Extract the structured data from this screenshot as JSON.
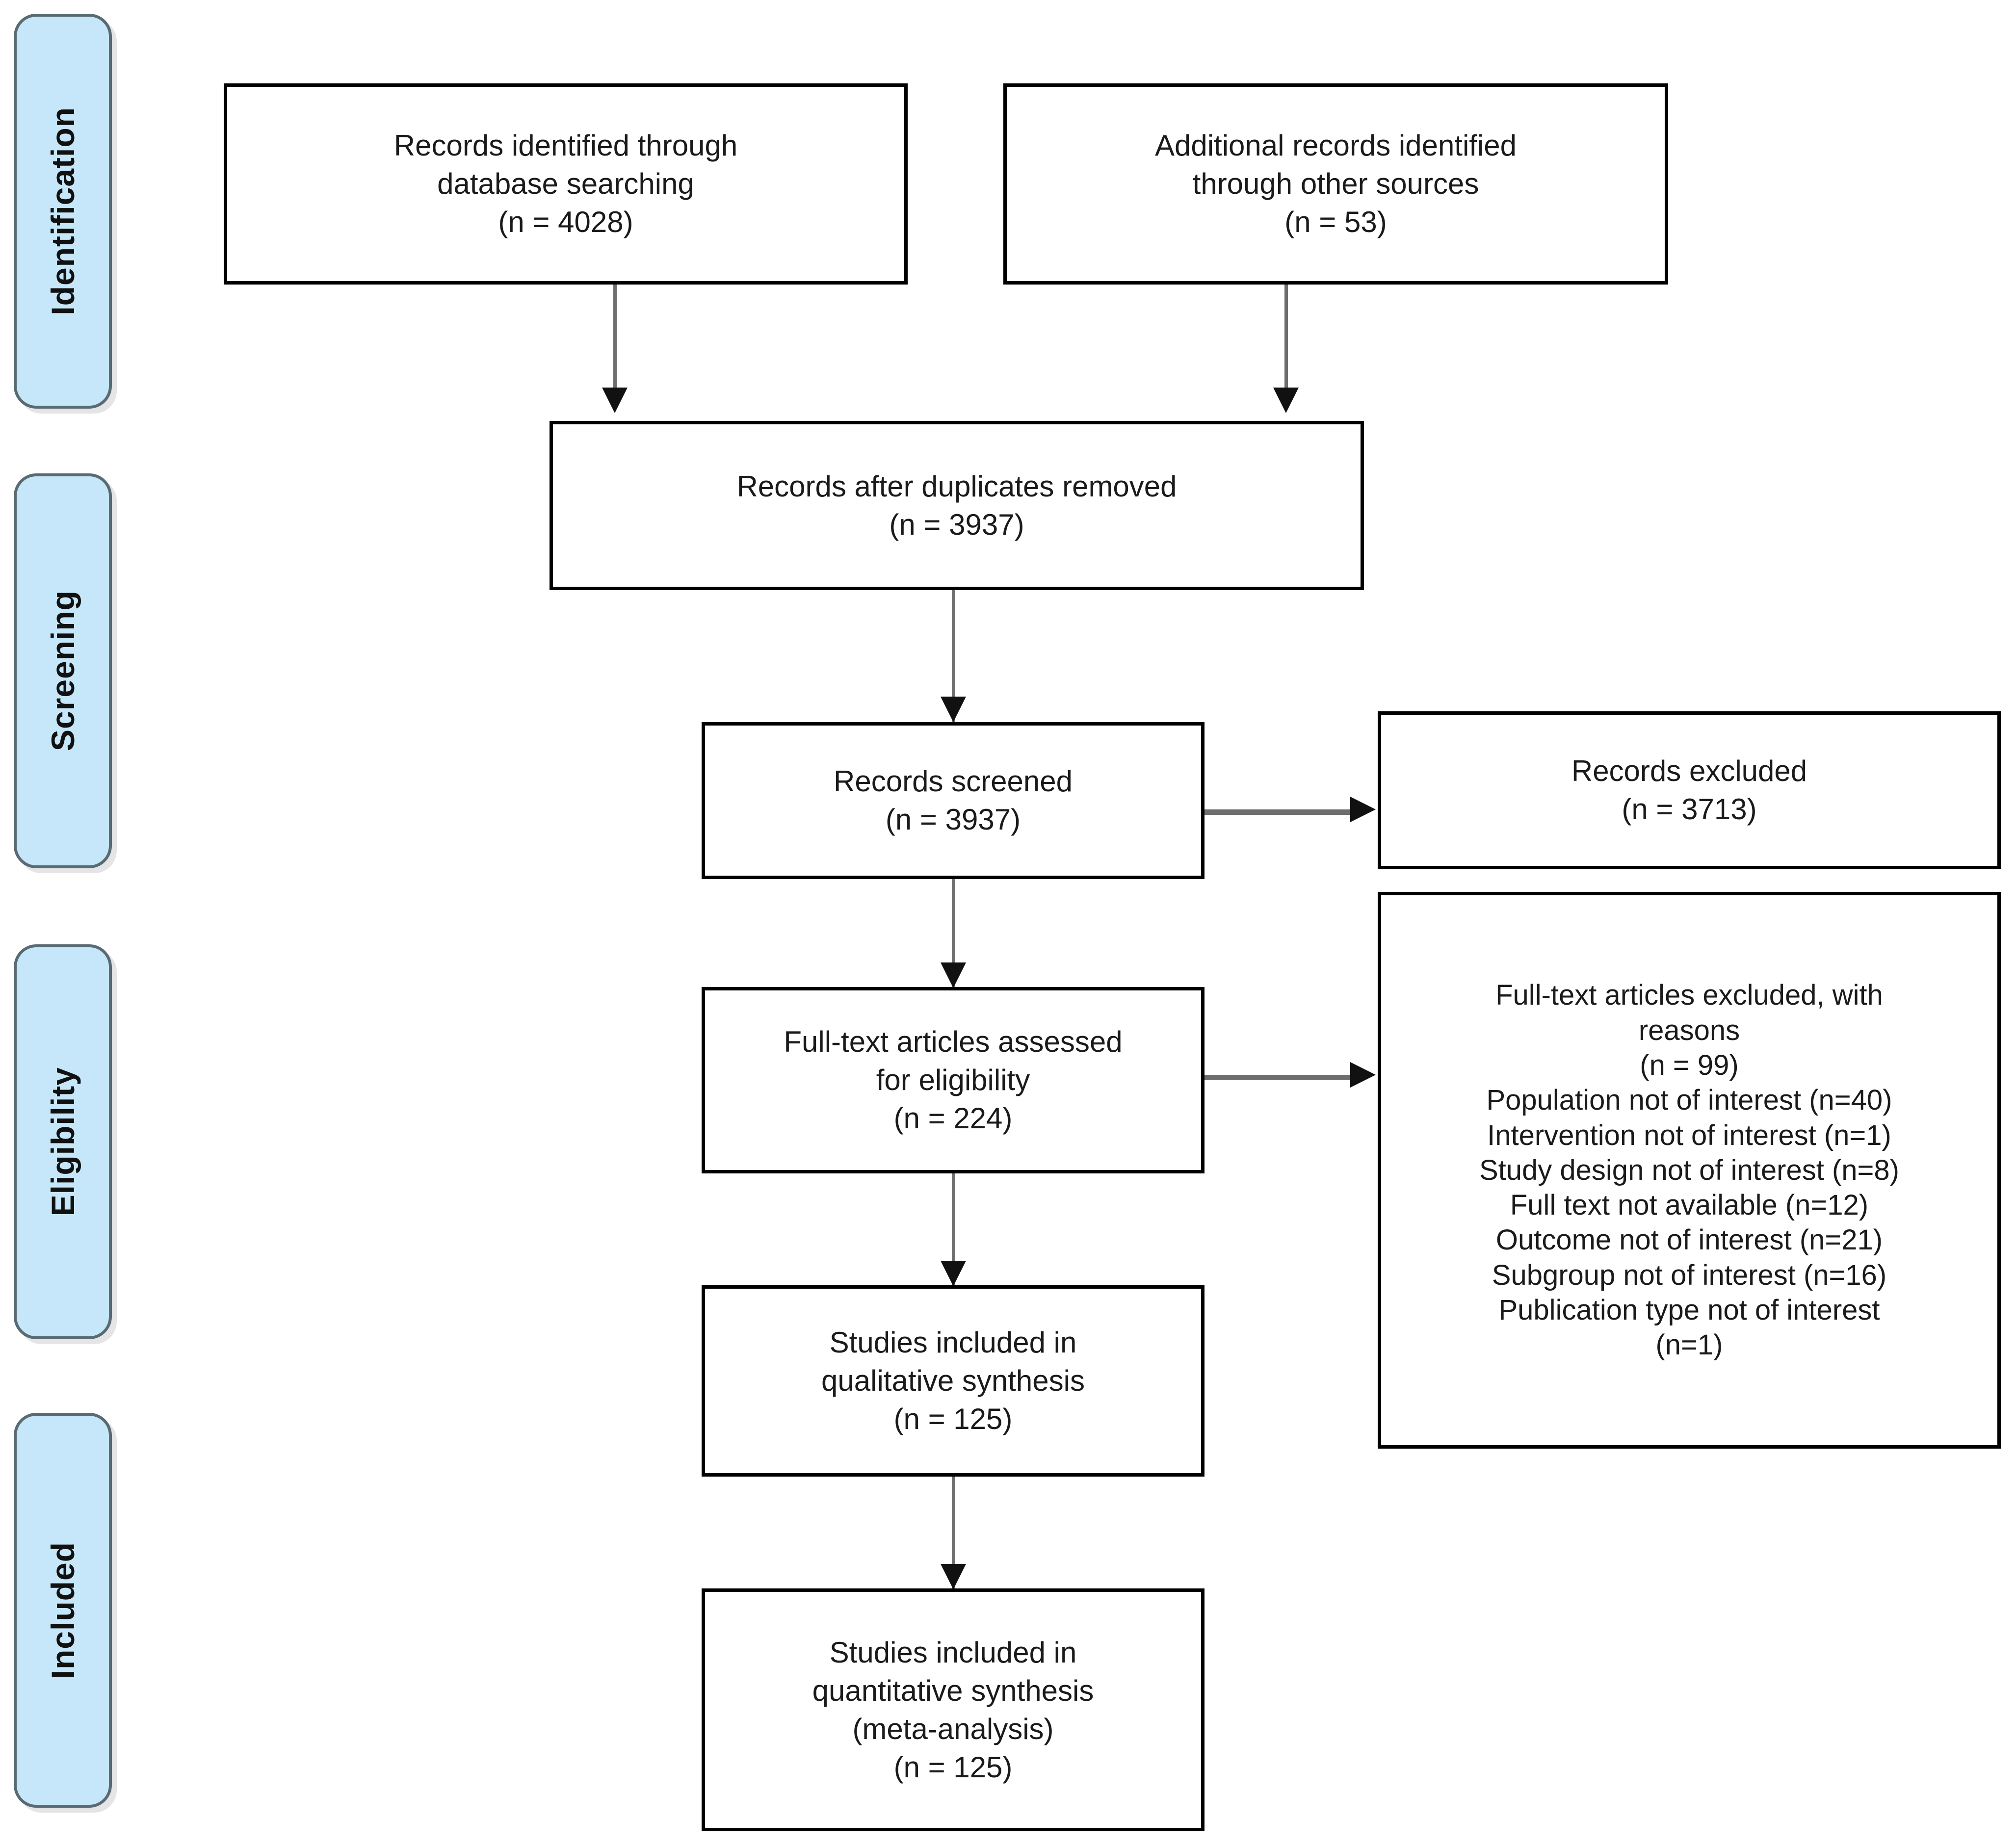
{
  "diagram": {
    "title": "PRISMA flow diagram",
    "accent_color": "#c5e7f9",
    "tab_border_color": "#5a6a72",
    "box_border_color": "#000000",
    "connector_color": "#6e6e6e"
  },
  "phases": [
    {
      "label": "Identification"
    },
    {
      "label": "Screening"
    },
    {
      "label": "Eligibility"
    },
    {
      "label": "Included"
    }
  ],
  "boxes": {
    "database_records": {
      "lines": [
        "Records identified through",
        "database searching",
        "(n = 4028)"
      ]
    },
    "other_records": {
      "lines": [
        "Additional records identified",
        "through other sources",
        "(n = 53)"
      ]
    },
    "duplicates_removed": {
      "lines": [
        "Records after duplicates removed",
        "(n = 3937)"
      ]
    },
    "records_screened": {
      "lines": [
        "Records screened",
        "(n = 3937)"
      ]
    },
    "records_excluded": {
      "lines": [
        "Records excluded",
        "(n = 3713)"
      ]
    },
    "fulltext_assessed": {
      "lines": [
        "Full-text articles assessed",
        "for eligibility",
        "(n = 224)"
      ]
    },
    "fulltext_excluded": {
      "lines": [
        "Full-text articles excluded, with",
        "reasons",
        "(n = 99)",
        "Population not of interest (n=40)",
        "Intervention not of interest (n=1)",
        "Study design not of interest (n=8)",
        "Full text not available (n=12)",
        "Outcome not of interest (n=21)",
        "Subgroup not of interest (n=16)",
        "Publication type not of interest",
        "(n=1)"
      ]
    },
    "qualitative_synthesis": {
      "lines": [
        "Studies included in",
        "qualitative synthesis",
        "(n = 125)"
      ]
    },
    "quantitative_synthesis": {
      "lines": [
        "Studies included in",
        "quantitative synthesis",
        "(meta-analysis)",
        "(n = 125)"
      ]
    }
  },
  "chart_data": {
    "type": "diagram",
    "title": "PRISMA flow diagram",
    "nodes": [
      {
        "id": "database_records",
        "stage": "Identification",
        "label": "Records identified through database searching",
        "n": 4028
      },
      {
        "id": "other_records",
        "stage": "Identification",
        "label": "Additional records identified through other sources",
        "n": 53
      },
      {
        "id": "duplicates_removed",
        "stage": "Screening",
        "label": "Records after duplicates removed",
        "n": 3937
      },
      {
        "id": "records_screened",
        "stage": "Screening",
        "label": "Records screened",
        "n": 3937
      },
      {
        "id": "records_excluded",
        "stage": "Screening",
        "label": "Records excluded",
        "n": 3713
      },
      {
        "id": "fulltext_assessed",
        "stage": "Eligibility",
        "label": "Full-text articles assessed for eligibility",
        "n": 224
      },
      {
        "id": "fulltext_excluded",
        "stage": "Eligibility",
        "label": "Full-text articles excluded, with reasons",
        "n": 99
      },
      {
        "id": "qualitative_synthesis",
        "stage": "Included",
        "label": "Studies included in qualitative synthesis",
        "n": 125
      },
      {
        "id": "quantitative_synthesis",
        "stage": "Included",
        "label": "Studies included in quantitative synthesis (meta-analysis)",
        "n": 125
      }
    ],
    "exclusion_reasons": [
      {
        "reason": "Population not of interest",
        "n": 40
      },
      {
        "reason": "Intervention not of interest",
        "n": 1
      },
      {
        "reason": "Study design not of interest",
        "n": 8
      },
      {
        "reason": "Full text not available",
        "n": 12
      },
      {
        "reason": "Outcome not of interest",
        "n": 21
      },
      {
        "reason": "Subgroup not of interest",
        "n": 16
      },
      {
        "reason": "Publication type not of interest",
        "n": 1
      }
    ],
    "edges": [
      {
        "from": "database_records",
        "to": "duplicates_removed"
      },
      {
        "from": "other_records",
        "to": "duplicates_removed"
      },
      {
        "from": "duplicates_removed",
        "to": "records_screened"
      },
      {
        "from": "records_screened",
        "to": "records_excluded"
      },
      {
        "from": "records_screened",
        "to": "fulltext_assessed"
      },
      {
        "from": "fulltext_assessed",
        "to": "fulltext_excluded"
      },
      {
        "from": "fulltext_assessed",
        "to": "qualitative_synthesis"
      },
      {
        "from": "qualitative_synthesis",
        "to": "quantitative_synthesis"
      }
    ]
  }
}
